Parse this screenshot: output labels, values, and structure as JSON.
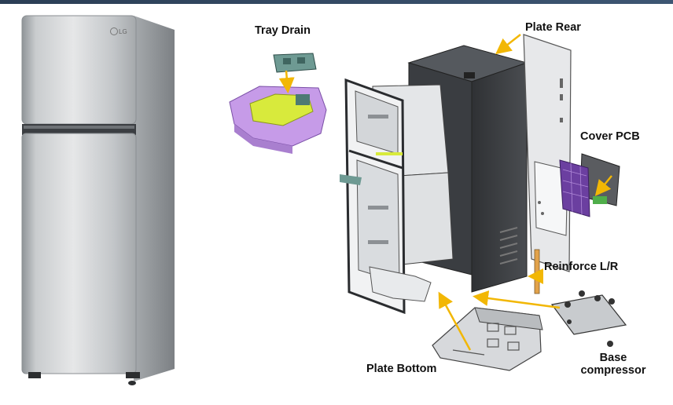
{
  "header": {
    "bar_color": "#33475f"
  },
  "product": {
    "brand_mark": "LG"
  },
  "labels": {
    "tray_drain": "Tray Drain",
    "plate_rear": "Plate Rear",
    "cover_pcb": "Cover PCB",
    "reinforce_lr": "Reinforce L/R",
    "plate_bottom": "Plate Bottom",
    "base_compressor_line1": "Base",
    "base_compressor_line2": "compressor"
  },
  "colors": {
    "callout_arrow": "#f2b705",
    "tray_purple": "#c69be8",
    "tray_green": "#d8ea3c",
    "cover_purple": "#6b3fa0",
    "bracket_teal": "#6e9a93"
  }
}
